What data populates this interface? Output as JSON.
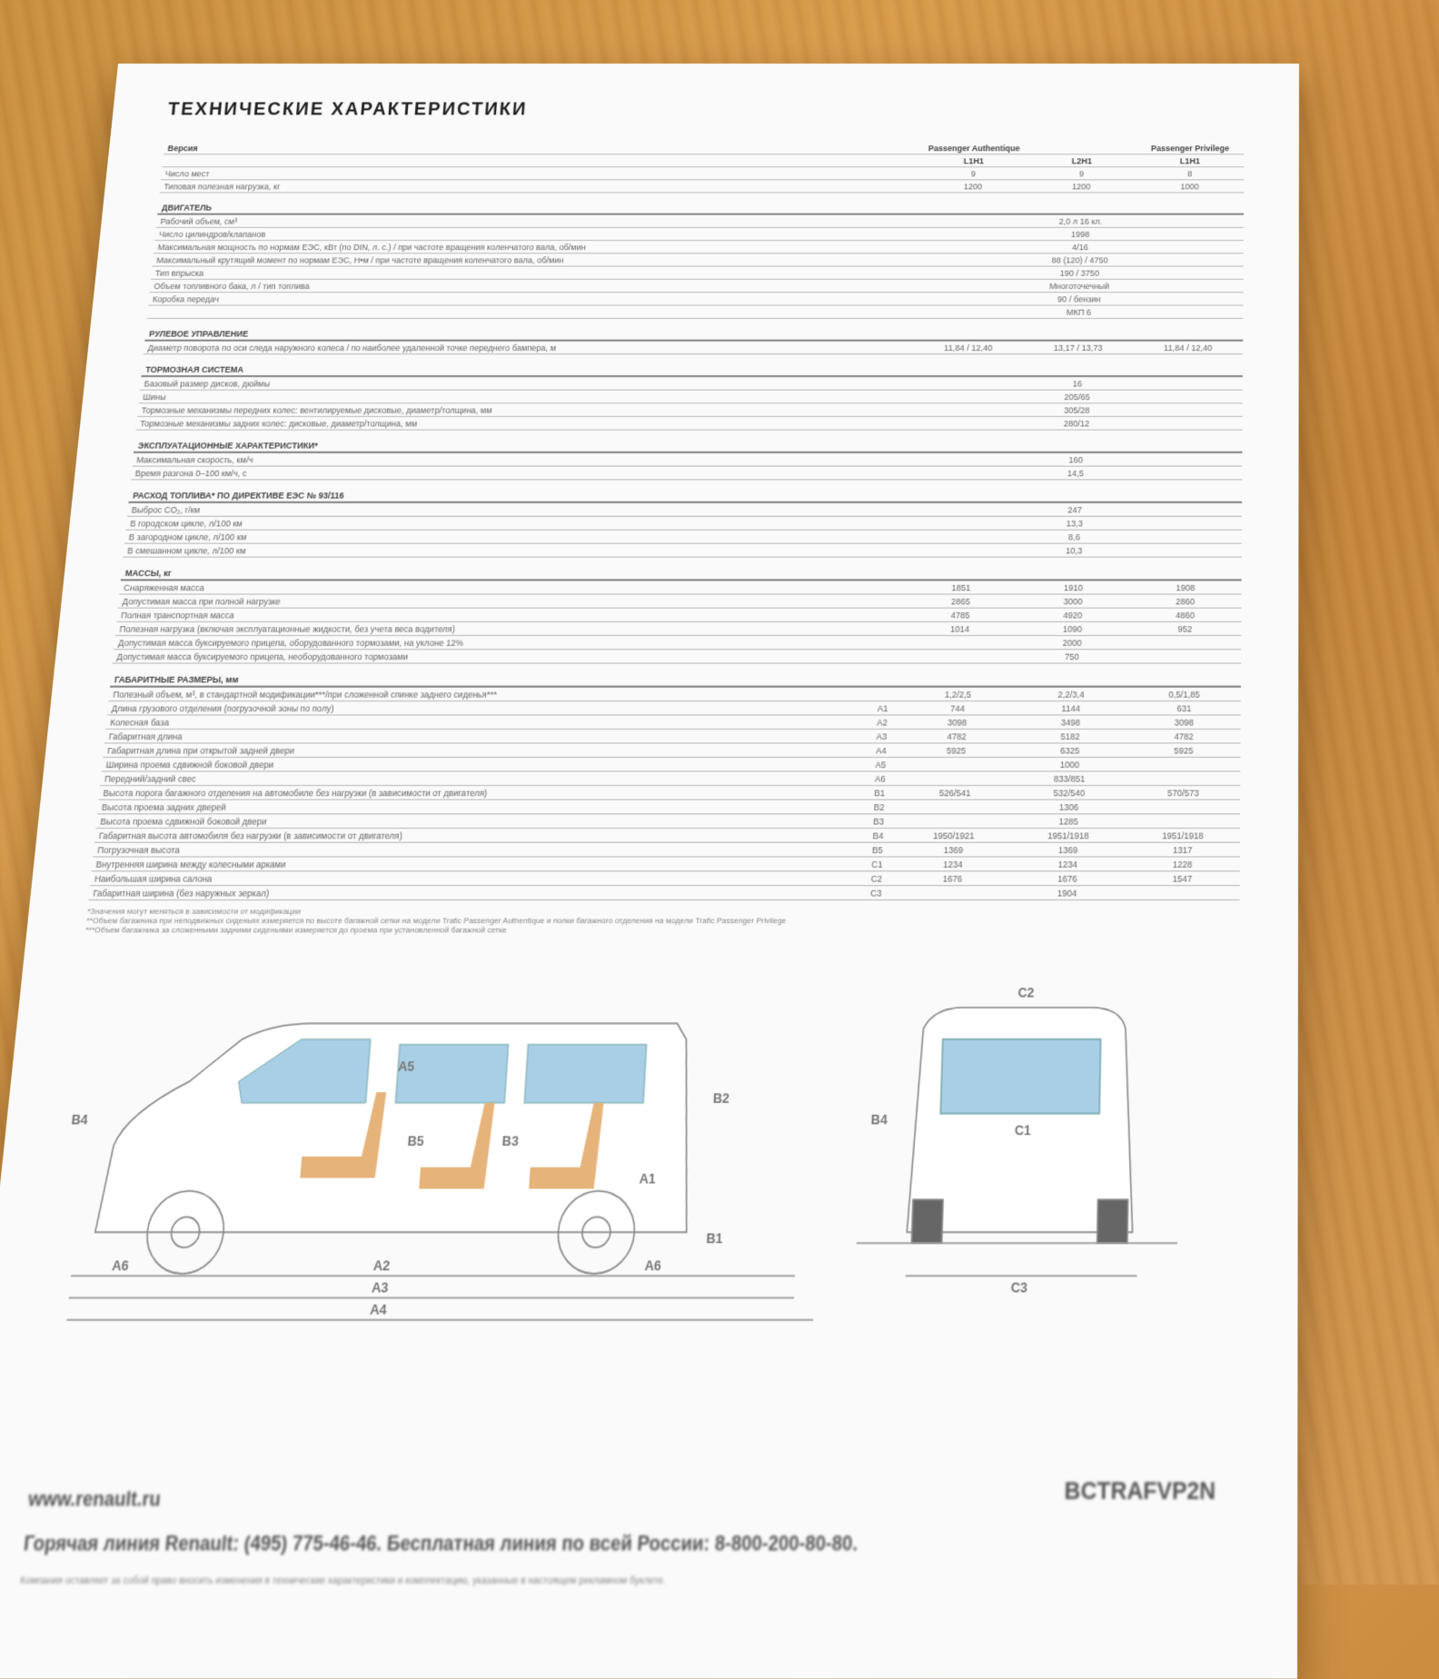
{
  "title": "ТЕХНИЧЕСКИЕ ХАРАКТЕРИСТИКИ",
  "header": {
    "label": "Версия",
    "cols": [
      "Passenger Authentique",
      "",
      "Passenger Privilege"
    ],
    "subcols": [
      "L1H1",
      "L2H1",
      "L1H1"
    ]
  },
  "rows": [
    {
      "type": "row",
      "label": "Число мест",
      "vals": [
        "9",
        "9",
        "8"
      ]
    },
    {
      "type": "row",
      "label": "Типовая полезная нагрузка, кг",
      "vals": [
        "1200",
        "1200",
        "1000"
      ]
    },
    {
      "type": "sec",
      "label": "ДВИГАТЕЛЬ"
    },
    {
      "type": "row",
      "label": "Рабочий объем, см³",
      "vals": [
        "",
        "2,0 л 16 кл.",
        ""
      ]
    },
    {
      "type": "row",
      "label": "Число цилиндров/клапанов",
      "vals": [
        "",
        "1998",
        ""
      ]
    },
    {
      "type": "row",
      "label": "Максимальная мощность по нормам ЕЭС, кВт (по DIN, л. с.) / при частоте вращения коленчатого вала, об/мин",
      "vals": [
        "",
        "4/16",
        ""
      ]
    },
    {
      "type": "row",
      "label": "Максимальный крутящий момент по нормам ЕЭС, Н•м / при частоте вращения коленчатого вала, об/мин",
      "vals": [
        "",
        "88 (120) / 4750",
        ""
      ]
    },
    {
      "type": "row",
      "label": "Тип впрыска",
      "vals": [
        "",
        "190 / 3750",
        ""
      ]
    },
    {
      "type": "row",
      "label": "Объем топливного бака, л / тип топлива",
      "vals": [
        "",
        "Многоточечный",
        ""
      ]
    },
    {
      "type": "row",
      "label": "Коробка передач",
      "vals": [
        "",
        "90 / бензин",
        ""
      ]
    },
    {
      "type": "row",
      "label": "",
      "vals": [
        "",
        "МКП 6",
        ""
      ]
    },
    {
      "type": "sec",
      "label": "РУЛЕВОЕ УПРАВЛЕНИЕ"
    },
    {
      "type": "row",
      "label": "Диаметр поворота по оси следа наружного колеса / по наиболее удаленной точке переднего бампера, м",
      "vals": [
        "11,84 / 12,40",
        "13,17 / 13,73",
        "11,84 / 12,40"
      ]
    },
    {
      "type": "sec",
      "label": "ТОРМОЗНАЯ СИСТЕМА"
    },
    {
      "type": "row",
      "label": "Базовый размер дисков, дюймы",
      "vals": [
        "",
        "16",
        ""
      ]
    },
    {
      "type": "row",
      "label": "Шины",
      "vals": [
        "",
        "205/65",
        ""
      ]
    },
    {
      "type": "row",
      "label": "Тормозные механизмы передних колес: вентилируемые дисковые, диаметр/толщина, мм",
      "vals": [
        "",
        "305/28",
        ""
      ]
    },
    {
      "type": "row",
      "label": "Тормозные механизмы задних колес: дисковые, диаметр/толщина, мм",
      "vals": [
        "",
        "280/12",
        ""
      ]
    },
    {
      "type": "sec",
      "label": "ЭКСПЛУАТАЦИОННЫЕ ХАРАКТЕРИСТИКИ*"
    },
    {
      "type": "row",
      "label": "Максимальная скорость, км/ч",
      "vals": [
        "",
        "160",
        ""
      ]
    },
    {
      "type": "row",
      "label": "Время разгона 0–100 км/ч, с",
      "vals": [
        "",
        "14,5",
        ""
      ]
    },
    {
      "type": "sec",
      "label": "РАСХОД ТОПЛИВА* ПО ДИРЕКТИВЕ ЕЭС № 93/116"
    },
    {
      "type": "row",
      "label": "Выброс CO₂, г/км",
      "vals": [
        "",
        "247",
        ""
      ]
    },
    {
      "type": "row",
      "label": "В городском цикле, л/100 км",
      "vals": [
        "",
        "13,3",
        ""
      ]
    },
    {
      "type": "row",
      "label": "В загородном цикле, л/100 км",
      "vals": [
        "",
        "8,6",
        ""
      ]
    },
    {
      "type": "row",
      "label": "В смешанном цикле, л/100 км",
      "vals": [
        "",
        "10,3",
        ""
      ]
    },
    {
      "type": "sec",
      "label": "МАССЫ, кг"
    },
    {
      "type": "row",
      "label": "Снаряженная масса",
      "vals": [
        "1851",
        "1910",
        "1908"
      ]
    },
    {
      "type": "row",
      "label": "Допустимая масса при полной нагрузке",
      "vals": [
        "2865",
        "3000",
        "2860"
      ]
    },
    {
      "type": "row",
      "label": "Полная транспортная масса",
      "vals": [
        "4785",
        "4920",
        "4860"
      ]
    },
    {
      "type": "row",
      "label": "Полезная нагрузка (включая эксплуатационные жидкости, без учета веса водителя)",
      "vals": [
        "1014",
        "1090",
        "952"
      ]
    },
    {
      "type": "row",
      "label": "Допустимая масса буксируемого прицепа, оборудованного тормозами, на уклоне 12%",
      "vals": [
        "",
        "2000",
        ""
      ]
    },
    {
      "type": "row",
      "label": "Допустимая масса буксируемого прицепа, необорудованного тормозами",
      "vals": [
        "",
        "750",
        ""
      ]
    },
    {
      "type": "sec",
      "label": "ГАБАРИТНЫЕ РАЗМЕРЫ, мм"
    },
    {
      "type": "row",
      "label": "Полезный объем, м³, в стандартной модификации***/при сложенной спинке заднего сиденья***",
      "code": "",
      "vals": [
        "1,2/2,5",
        "2,2/3,4",
        "0,5/1,85"
      ]
    },
    {
      "type": "row",
      "label": "Длина грузового отделения (погрузочной зоны по полу)",
      "code": "A1",
      "vals": [
        "744",
        "1144",
        "631"
      ]
    },
    {
      "type": "row",
      "label": "Колесная база",
      "code": "A2",
      "vals": [
        "3098",
        "3498",
        "3098"
      ]
    },
    {
      "type": "row",
      "label": "Габаритная длина",
      "code": "A3",
      "vals": [
        "4782",
        "5182",
        "4782"
      ]
    },
    {
      "type": "row",
      "label": "Габаритная длина при открытой задней двери",
      "code": "A4",
      "vals": [
        "5925",
        "6325",
        "5925"
      ]
    },
    {
      "type": "row",
      "label": "Ширина проема сдвижной боковой двери",
      "code": "A5",
      "vals": [
        "",
        "1000",
        ""
      ]
    },
    {
      "type": "row",
      "label": "Передний/задний свес",
      "code": "A6",
      "vals": [
        "",
        "833/851",
        ""
      ]
    },
    {
      "type": "row",
      "label": "Высота порога багажного отделения на автомобиле без нагрузки (в зависимости от двигателя)",
      "code": "B1",
      "vals": [
        "526/541",
        "532/540",
        "570/573"
      ]
    },
    {
      "type": "row",
      "label": "Высота проема задних дверей",
      "code": "B2",
      "vals": [
        "",
        "1306",
        ""
      ]
    },
    {
      "type": "row",
      "label": "Высота проема сдвижной боковой двери",
      "code": "B3",
      "vals": [
        "",
        "1285",
        ""
      ]
    },
    {
      "type": "row",
      "label": "Габаритная высота автомобиля без нагрузки (в зависимости от двигателя)",
      "code": "B4",
      "vals": [
        "1950/1921",
        "1951/1918",
        "1951/1918"
      ]
    },
    {
      "type": "row",
      "label": "Погрузочная высота",
      "code": "B5",
      "vals": [
        "1369",
        "1369",
        "1317"
      ]
    },
    {
      "type": "row",
      "label": "Внутренняя ширина между колесными арками",
      "code": "C1",
      "vals": [
        "1234",
        "1234",
        "1228"
      ]
    },
    {
      "type": "row",
      "label": "Наибольшая ширина салона",
      "code": "C2",
      "vals": [
        "1676",
        "1676",
        "1547"
      ]
    },
    {
      "type": "row",
      "label": "Габаритная ширина (без наружных зеркал)",
      "code": "C3",
      "vals": [
        "",
        "1904",
        ""
      ]
    }
  ],
  "footnotes": [
    "*Значения могут меняться в зависимости от модификации",
    "**Объем багажника при неподвижных сиденьях измеряется по высоте багажной сетки на модели Trafic Passenger Authentique и полки багажного отделения на модели Trafic Passenger Privilege",
    "***Объем багажника за сложенными задними сиденьями измеряется до проема при установленной багажной сетке"
  ],
  "diagram_labels": {
    "side": [
      "B4",
      "A5",
      "B2",
      "B5",
      "B3",
      "A1",
      "B1",
      "A6",
      "A2",
      "A6",
      "A3",
      "A4"
    ],
    "rear": [
      "C2",
      "B4",
      "C1",
      "C3"
    ]
  },
  "site": "www.renault.ru",
  "hotline": "Горячая линия Renault: (495) 775-46-46. Бесплатная линия по всей России: 8-800-200-80-80.",
  "legal": "Компания оставляет за собой право вносить изменения в технические характеристики и комплектацию, указанные в настоящем рекламном буклете.",
  "code": "BCTRAFVP2N",
  "colors": {
    "glass": "#a9cfe6",
    "seat": "#e6b47a"
  }
}
